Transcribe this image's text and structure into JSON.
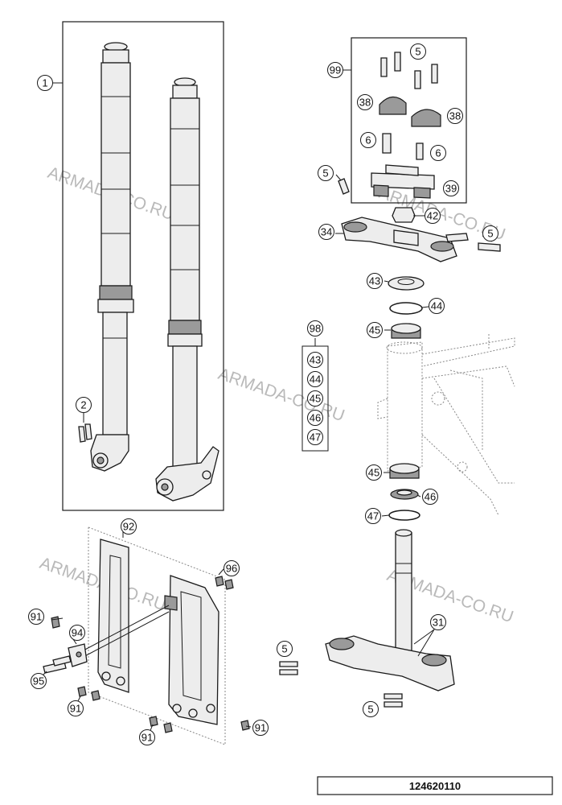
{
  "figure_code": "124620110",
  "watermark": "ARMADA-CO.RU",
  "callouts": {
    "fork": "1",
    "fork_bolts": "2",
    "bar_mount_kit": "99",
    "screw_top_left": "5",
    "clamp_left": "38",
    "clamp_right": "38",
    "screw_mid_left": "6",
    "screw_mid_right": "6",
    "screw_side": "5",
    "riser": "39",
    "nut": "42",
    "upper_clamp": "34",
    "screw_clamp": "5",
    "bearing_upper": "43",
    "seal_upper": "44",
    "bearing_upper_race": "45",
    "bearing_kit": "98",
    "kit_item_1": "43",
    "kit_item_2": "44",
    "kit_item_3": "45",
    "kit_item_4": "46",
    "kit_item_5": "47",
    "bearing_lower": "45",
    "seal_lower": "46",
    "ring_lower": "47",
    "lower_clamp": "31",
    "screws_lower_a": "5",
    "screws_lower_b": "5",
    "guard_set": "92",
    "guard_nut": "96",
    "guard_screw_a": "91",
    "guard_bracket": "94",
    "guard_screw_b": "95",
    "guard_screw_c": "91",
    "guard_screw_d": "91",
    "guard_screw_e": "91"
  }
}
